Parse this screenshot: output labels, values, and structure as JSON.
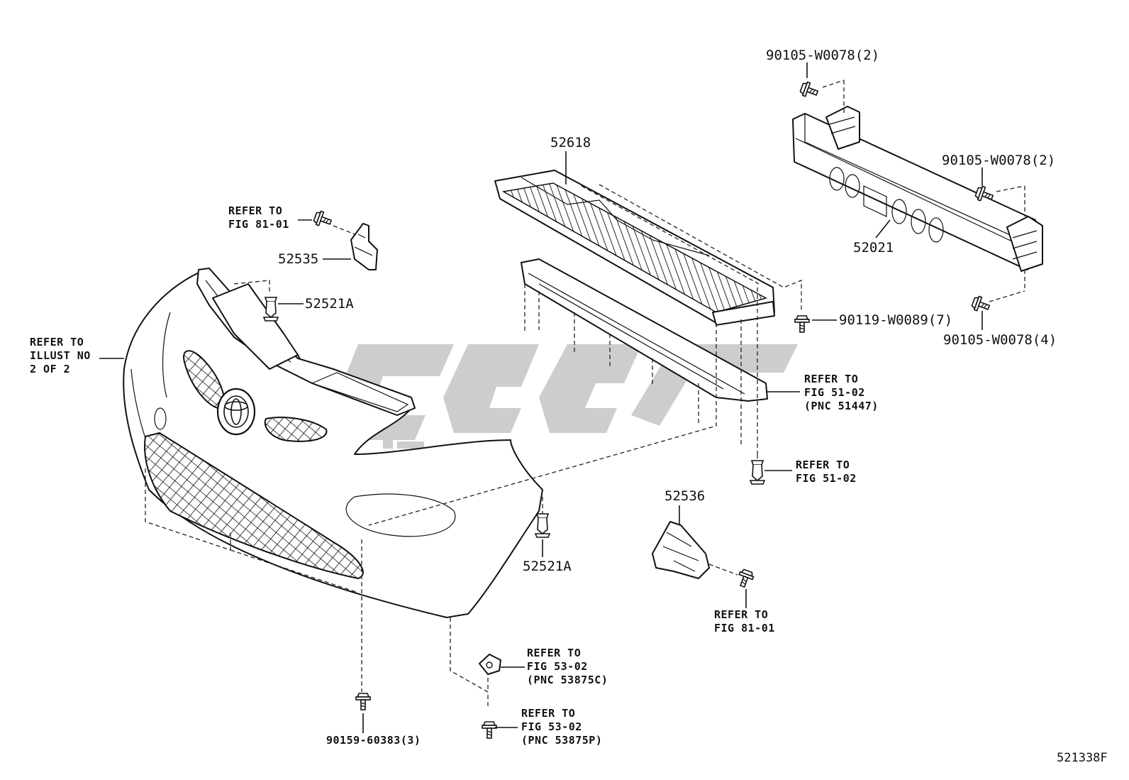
{
  "diagram_code": "521338F",
  "labels": {
    "bolt_top": "90105-W0078(2)",
    "part_52618": "52618",
    "bolt_right_mid": "90105-W0078(2)",
    "part_52021": "52021",
    "refer_81_top": [
      "REFER TO",
      "FIG 81-01"
    ],
    "part_52535": "52535",
    "clip_52521a_top": "52521A",
    "refer_illust": [
      "REFER TO",
      "ILLUST NO",
      "2 OF 2"
    ],
    "bolt_90119": "90119-W0089(7)",
    "bolt_right_low": "90105-W0078(4)",
    "refer_51_02_pnc": [
      "REFER TO",
      "FIG 51-02",
      "(PNC 51447)"
    ],
    "refer_51_02": [
      "REFER TO",
      "FIG 51-02"
    ],
    "part_52536": "52536",
    "clip_52521a_bottom": "52521A",
    "refer_81_bottom": [
      "REFER TO",
      "FIG 81-01"
    ],
    "refer_53_02_c": [
      "REFER TO",
      "FIG 53-02",
      "(PNC 53875C)"
    ],
    "refer_53_02_p": [
      "REFER TO",
      "FIG 53-02",
      "(PNC 53875P)"
    ],
    "screw_90159": "90159-60383(3)"
  },
  "watermark": {
    "color": "#c8c8c8"
  }
}
